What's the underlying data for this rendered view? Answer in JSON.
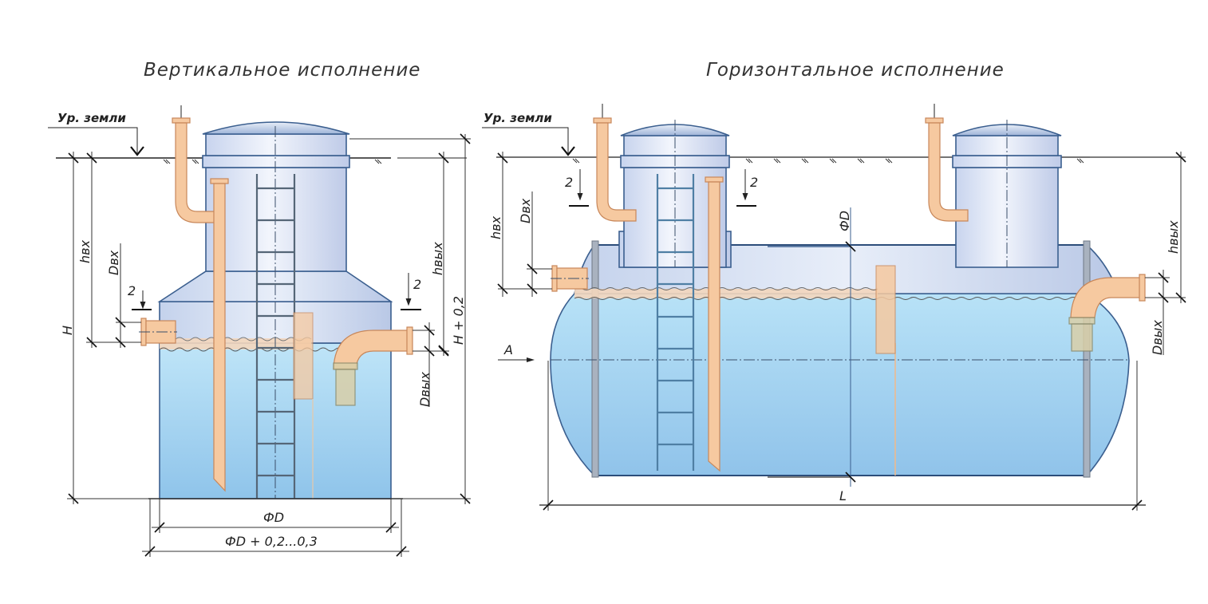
{
  "diagram": {
    "vertical": {
      "title": "Вертикальное исполнение",
      "ground_label": "Ур. земли",
      "dimensions": {
        "H": "H",
        "h_in": "hвх",
        "D_in": "Dвх",
        "h_out": "hвых",
        "D_out": "Dвых",
        "H_plus": "H + 0,2",
        "diameter": "ФD",
        "diameter_pit": "ФD + 0,2...0,3",
        "section_left": "2",
        "section_right": "2"
      }
    },
    "horizontal": {
      "title": "Горизонтальное исполнение",
      "ground_label": "Ур. земли",
      "dimensions": {
        "h_in": "hвх",
        "D_in": "Dвх",
        "h_out": "hвых",
        "D_out": "Dвых",
        "diameter": "ФD",
        "length": "L",
        "view_arrow": "A",
        "section_left": "2",
        "section_right": "2"
      }
    },
    "colors": {
      "water": "#a9d8f2",
      "tank_air": "#d2def2",
      "pipe": "#f6c9a0",
      "outline": "#3b5f8f"
    }
  }
}
